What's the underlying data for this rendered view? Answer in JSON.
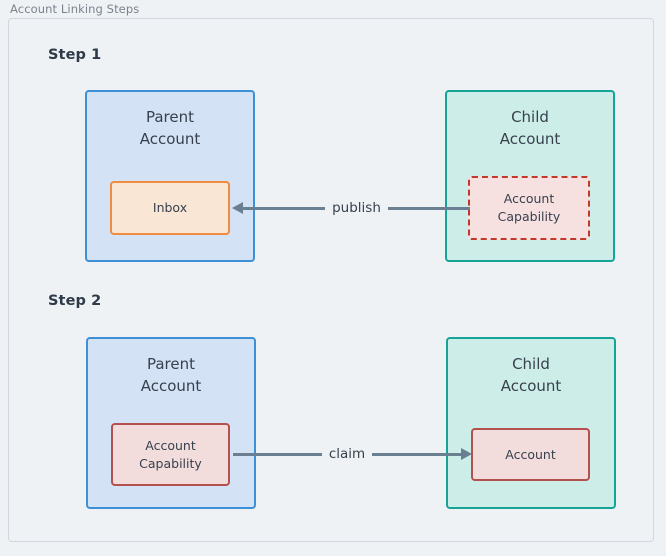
{
  "diagram": {
    "title": "Account Linking Steps",
    "colors": {
      "background": "#eef2f5",
      "frame_border": "#cfd7e0",
      "parent_fill": "#d3e3f5",
      "parent_border": "#3d8fd6",
      "child_fill": "#cdeee8",
      "child_border": "#17a498",
      "inbox_fill": "#fae6d5",
      "inbox_border": "#ef8c3f",
      "capability_fill": "#f7e0e0",
      "capability_border": "#c0392b",
      "account_fill": "#f2dcdc",
      "account_border": "#b4504d",
      "arrow": "#6b7f92",
      "text": "#37414d",
      "title_text": "#7b838d"
    },
    "steps": [
      {
        "label": "Step 1",
        "parent": {
          "title": "Parent\nAccount",
          "inner": {
            "label": "Inbox",
            "style": "solid"
          }
        },
        "child": {
          "title": "Child\nAccount",
          "inner": {
            "label": "Account\nCapability",
            "style": "dashed"
          }
        },
        "arrow": {
          "label": "publish",
          "direction": "left"
        }
      },
      {
        "label": "Step 2",
        "parent": {
          "title": "Parent\nAccount",
          "inner": {
            "label": "Account\nCapability",
            "style": "solid"
          }
        },
        "child": {
          "title": "Child\nAccount",
          "inner": {
            "label": "Account",
            "style": "solid"
          }
        },
        "arrow": {
          "label": "claim",
          "direction": "right"
        }
      }
    ]
  }
}
